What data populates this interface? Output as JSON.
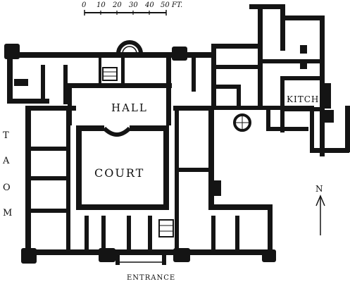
{
  "scale": {
    "ticks": [
      "0",
      "10",
      "20",
      "30",
      "40",
      "50 FT."
    ]
  },
  "rooms": {
    "hall": "HALL",
    "court": "COURT",
    "kitchen": "KITCH"
  },
  "moat": [
    "M",
    "O",
    "A",
    "T"
  ],
  "north_label": "N",
  "entrance": "ENTRANCE",
  "colors": {
    "ink": "#141414",
    "paper": "#ffffff"
  }
}
